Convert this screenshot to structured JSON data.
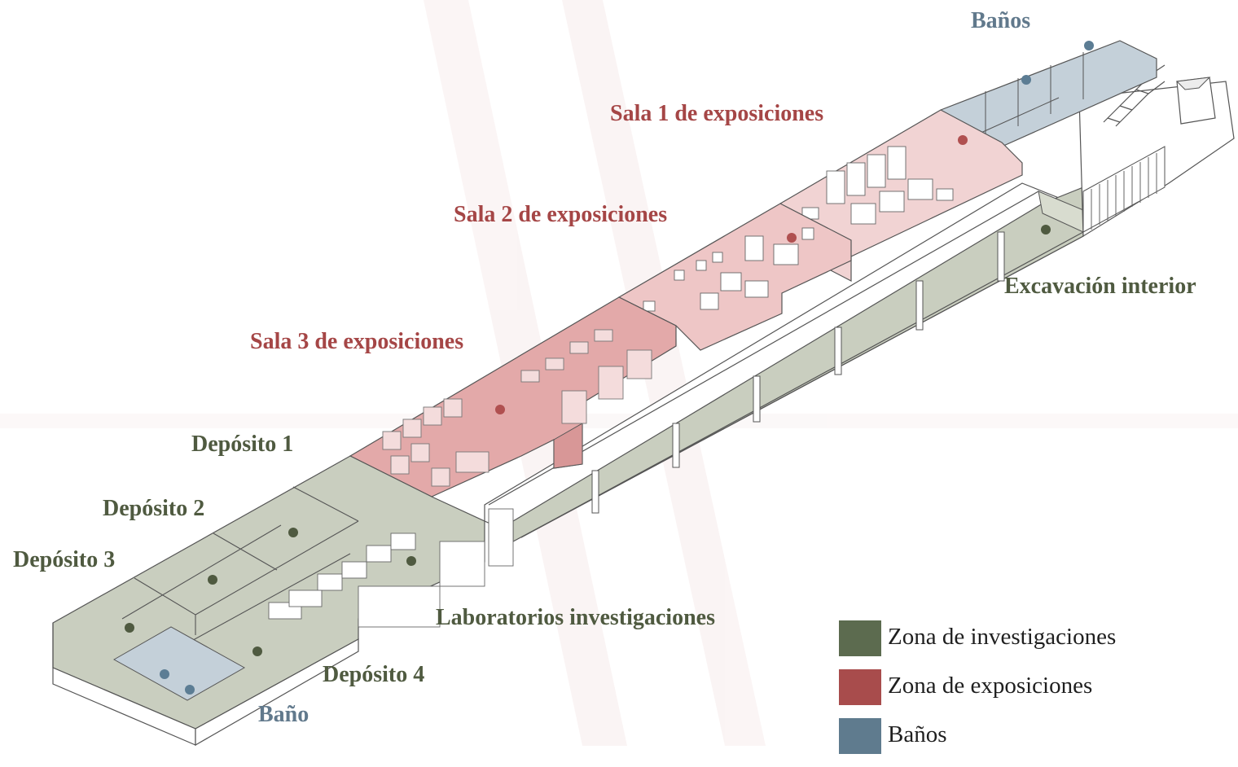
{
  "labels": {
    "banos_top": "Baños",
    "sala1": "Sala 1 de exposiciones",
    "sala2": "Sala 2 de  exposiciones",
    "sala3": "Sala 3 de exposiciones",
    "excavacion": "Excavación interior",
    "deposito1": "Depósito 1",
    "deposito2": "Depósito 2",
    "deposito3": "Depósito 3",
    "deposito4": "Depósito 4",
    "laboratorios": "Laboratorios investigaciones",
    "bano": "Baño"
  },
  "legend": [
    {
      "label": "Zona de investigaciones",
      "color": "#5c6b4f"
    },
    {
      "label": "Zona de exposiciones",
      "color": "#a84c4c"
    },
    {
      "label": "Baños",
      "color": "#5f7b8e"
    }
  ],
  "colors": {
    "research_fill": "#c9cebf",
    "exhibition_fill": "#e6b6b6",
    "bath_fill": "#c4d0d9",
    "research_dot": "#4f5a40",
    "exhibition_dot": "#b05050",
    "bath_dot": "#5c7d94"
  }
}
